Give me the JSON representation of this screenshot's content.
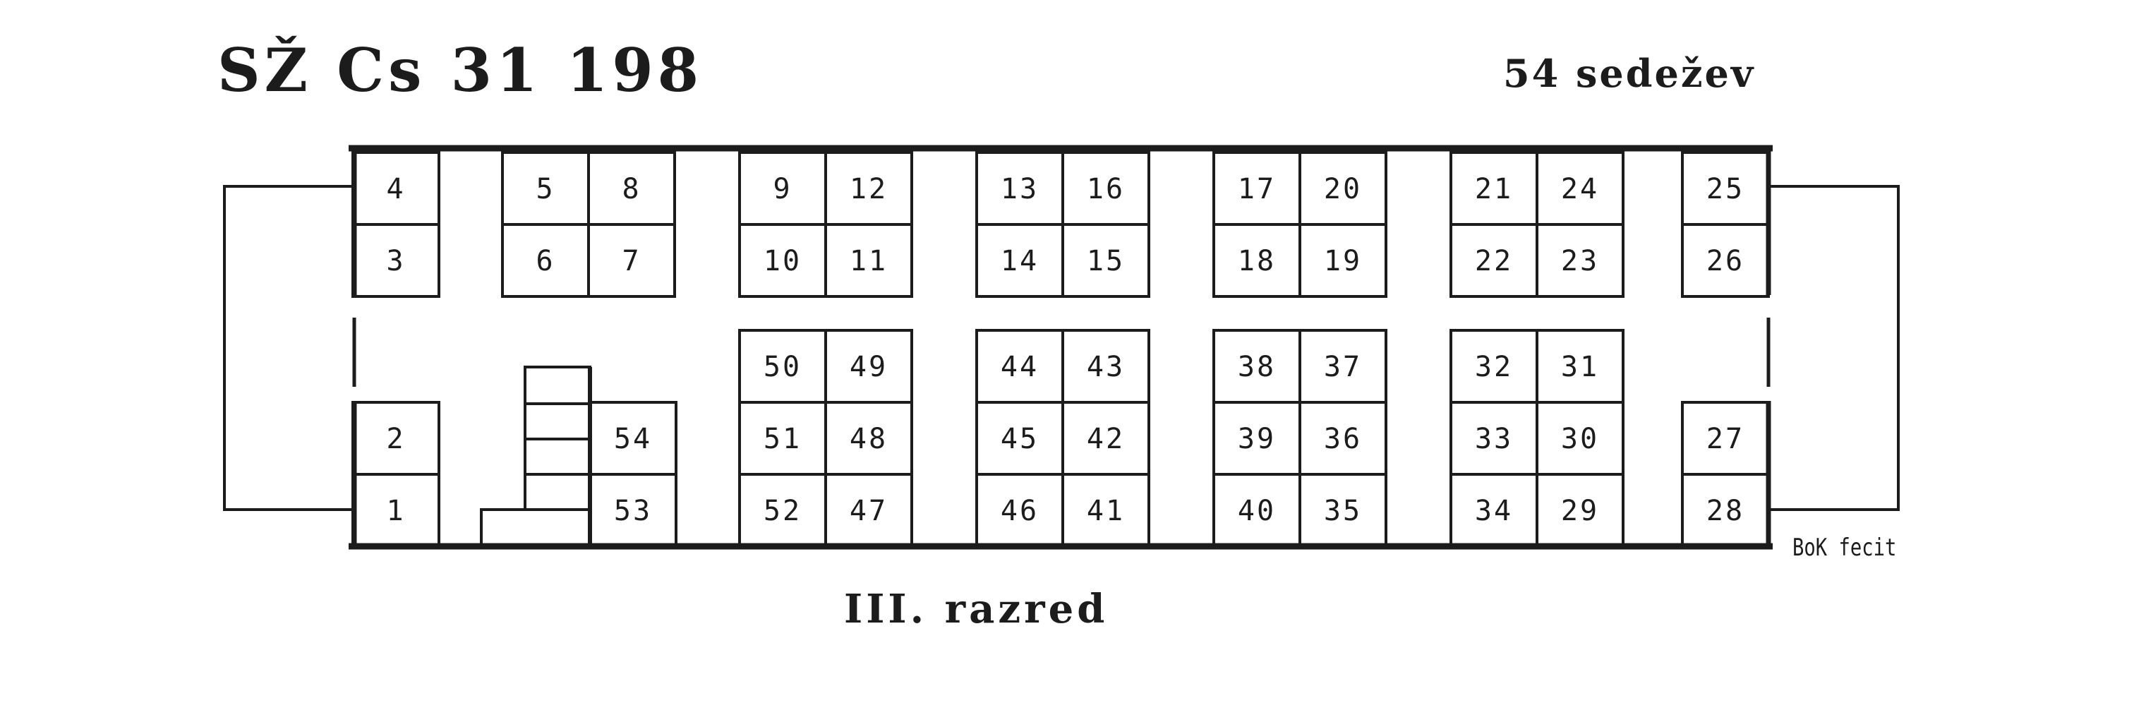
{
  "header": {
    "title": "SŽ Cs 31 198",
    "seat_count": "54 sedežev"
  },
  "footer": {
    "class_label": "III. razred",
    "author": "BoK fecit"
  },
  "colors": {
    "ink": "#1c1c1c",
    "background": "#ffffff"
  },
  "seats": {
    "end_left_top": [
      "4",
      "3"
    ],
    "end_left_bottom": [
      "2",
      "1"
    ],
    "end_right_top": [
      "25",
      "26"
    ],
    "end_right_bottom": [
      "27",
      "28"
    ],
    "near_toilet": [
      "54",
      "53"
    ],
    "compartments": [
      {
        "top": [
          [
            "5",
            "8"
          ],
          [
            "6",
            "7"
          ]
        ],
        "bottom": []
      },
      {
        "top": [
          [
            "9",
            "12"
          ],
          [
            "10",
            "11"
          ]
        ],
        "bottom": [
          [
            "50",
            "49"
          ],
          [
            "51",
            "48"
          ],
          [
            "52",
            "47"
          ]
        ]
      },
      {
        "top": [
          [
            "13",
            "16"
          ],
          [
            "14",
            "15"
          ]
        ],
        "bottom": [
          [
            "44",
            "43"
          ],
          [
            "45",
            "42"
          ],
          [
            "46",
            "41"
          ]
        ]
      },
      {
        "top": [
          [
            "17",
            "20"
          ],
          [
            "18",
            "19"
          ]
        ],
        "bottom": [
          [
            "38",
            "37"
          ],
          [
            "39",
            "36"
          ],
          [
            "40",
            "35"
          ]
        ]
      },
      {
        "top": [
          [
            "21",
            "24"
          ],
          [
            "22",
            "23"
          ]
        ],
        "bottom": [
          [
            "32",
            "31"
          ],
          [
            "33",
            "30"
          ],
          [
            "34",
            "29"
          ]
        ]
      }
    ]
  }
}
